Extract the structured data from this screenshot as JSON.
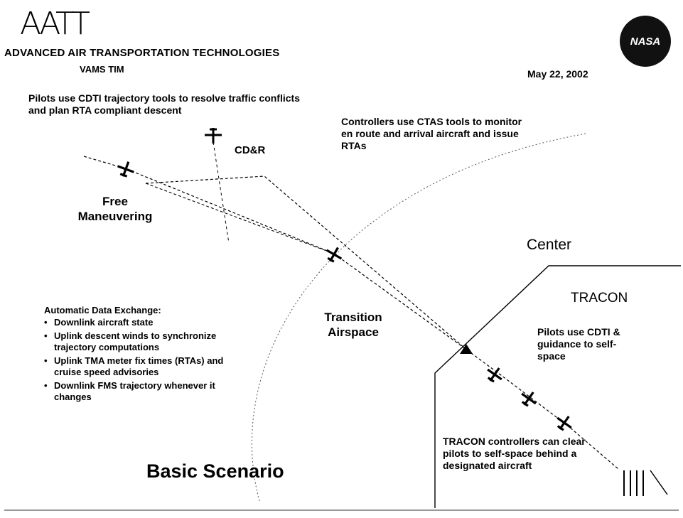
{
  "header": {
    "logo_text": "AATT",
    "org_name": "ADVANCED AIR TRANSPORTATION TECHNOLOGIES",
    "meeting": "VAMS TIM",
    "date": "May 22, 2002",
    "agency_logo_text": "NASA"
  },
  "diagram": {
    "pilots_cdti_note": "Pilots use CDTI trajectory tools to resolve traffic conflicts and plan RTA compliant descent",
    "controllers_note": "Controllers use CTAS tools to monitor en route and arrival aircraft and issue RTAs",
    "cdr_label": "CD&R",
    "free_maneuvering_label": "Free Maneuvering",
    "transition_label": "Transition Airspace",
    "center_label": "Center",
    "tracon_label": "TRACON",
    "tracon_pilots_note": "Pilots use CDTI & guidance to self-space",
    "tracon_controllers_note": "TRACON controllers can clear pilots to self-space behind a designated aircraft",
    "data_exchange": {
      "heading": "Automatic Data Exchange:",
      "items": [
        "Downlink aircraft state",
        "Uplink descent winds to synchronize trajectory computations",
        "Uplink TMA meter fix times (RTAs) and cruise speed advisories",
        "Downlink FMS trajectory whenever it changes"
      ]
    },
    "scenario_title": "Basic Scenario"
  }
}
